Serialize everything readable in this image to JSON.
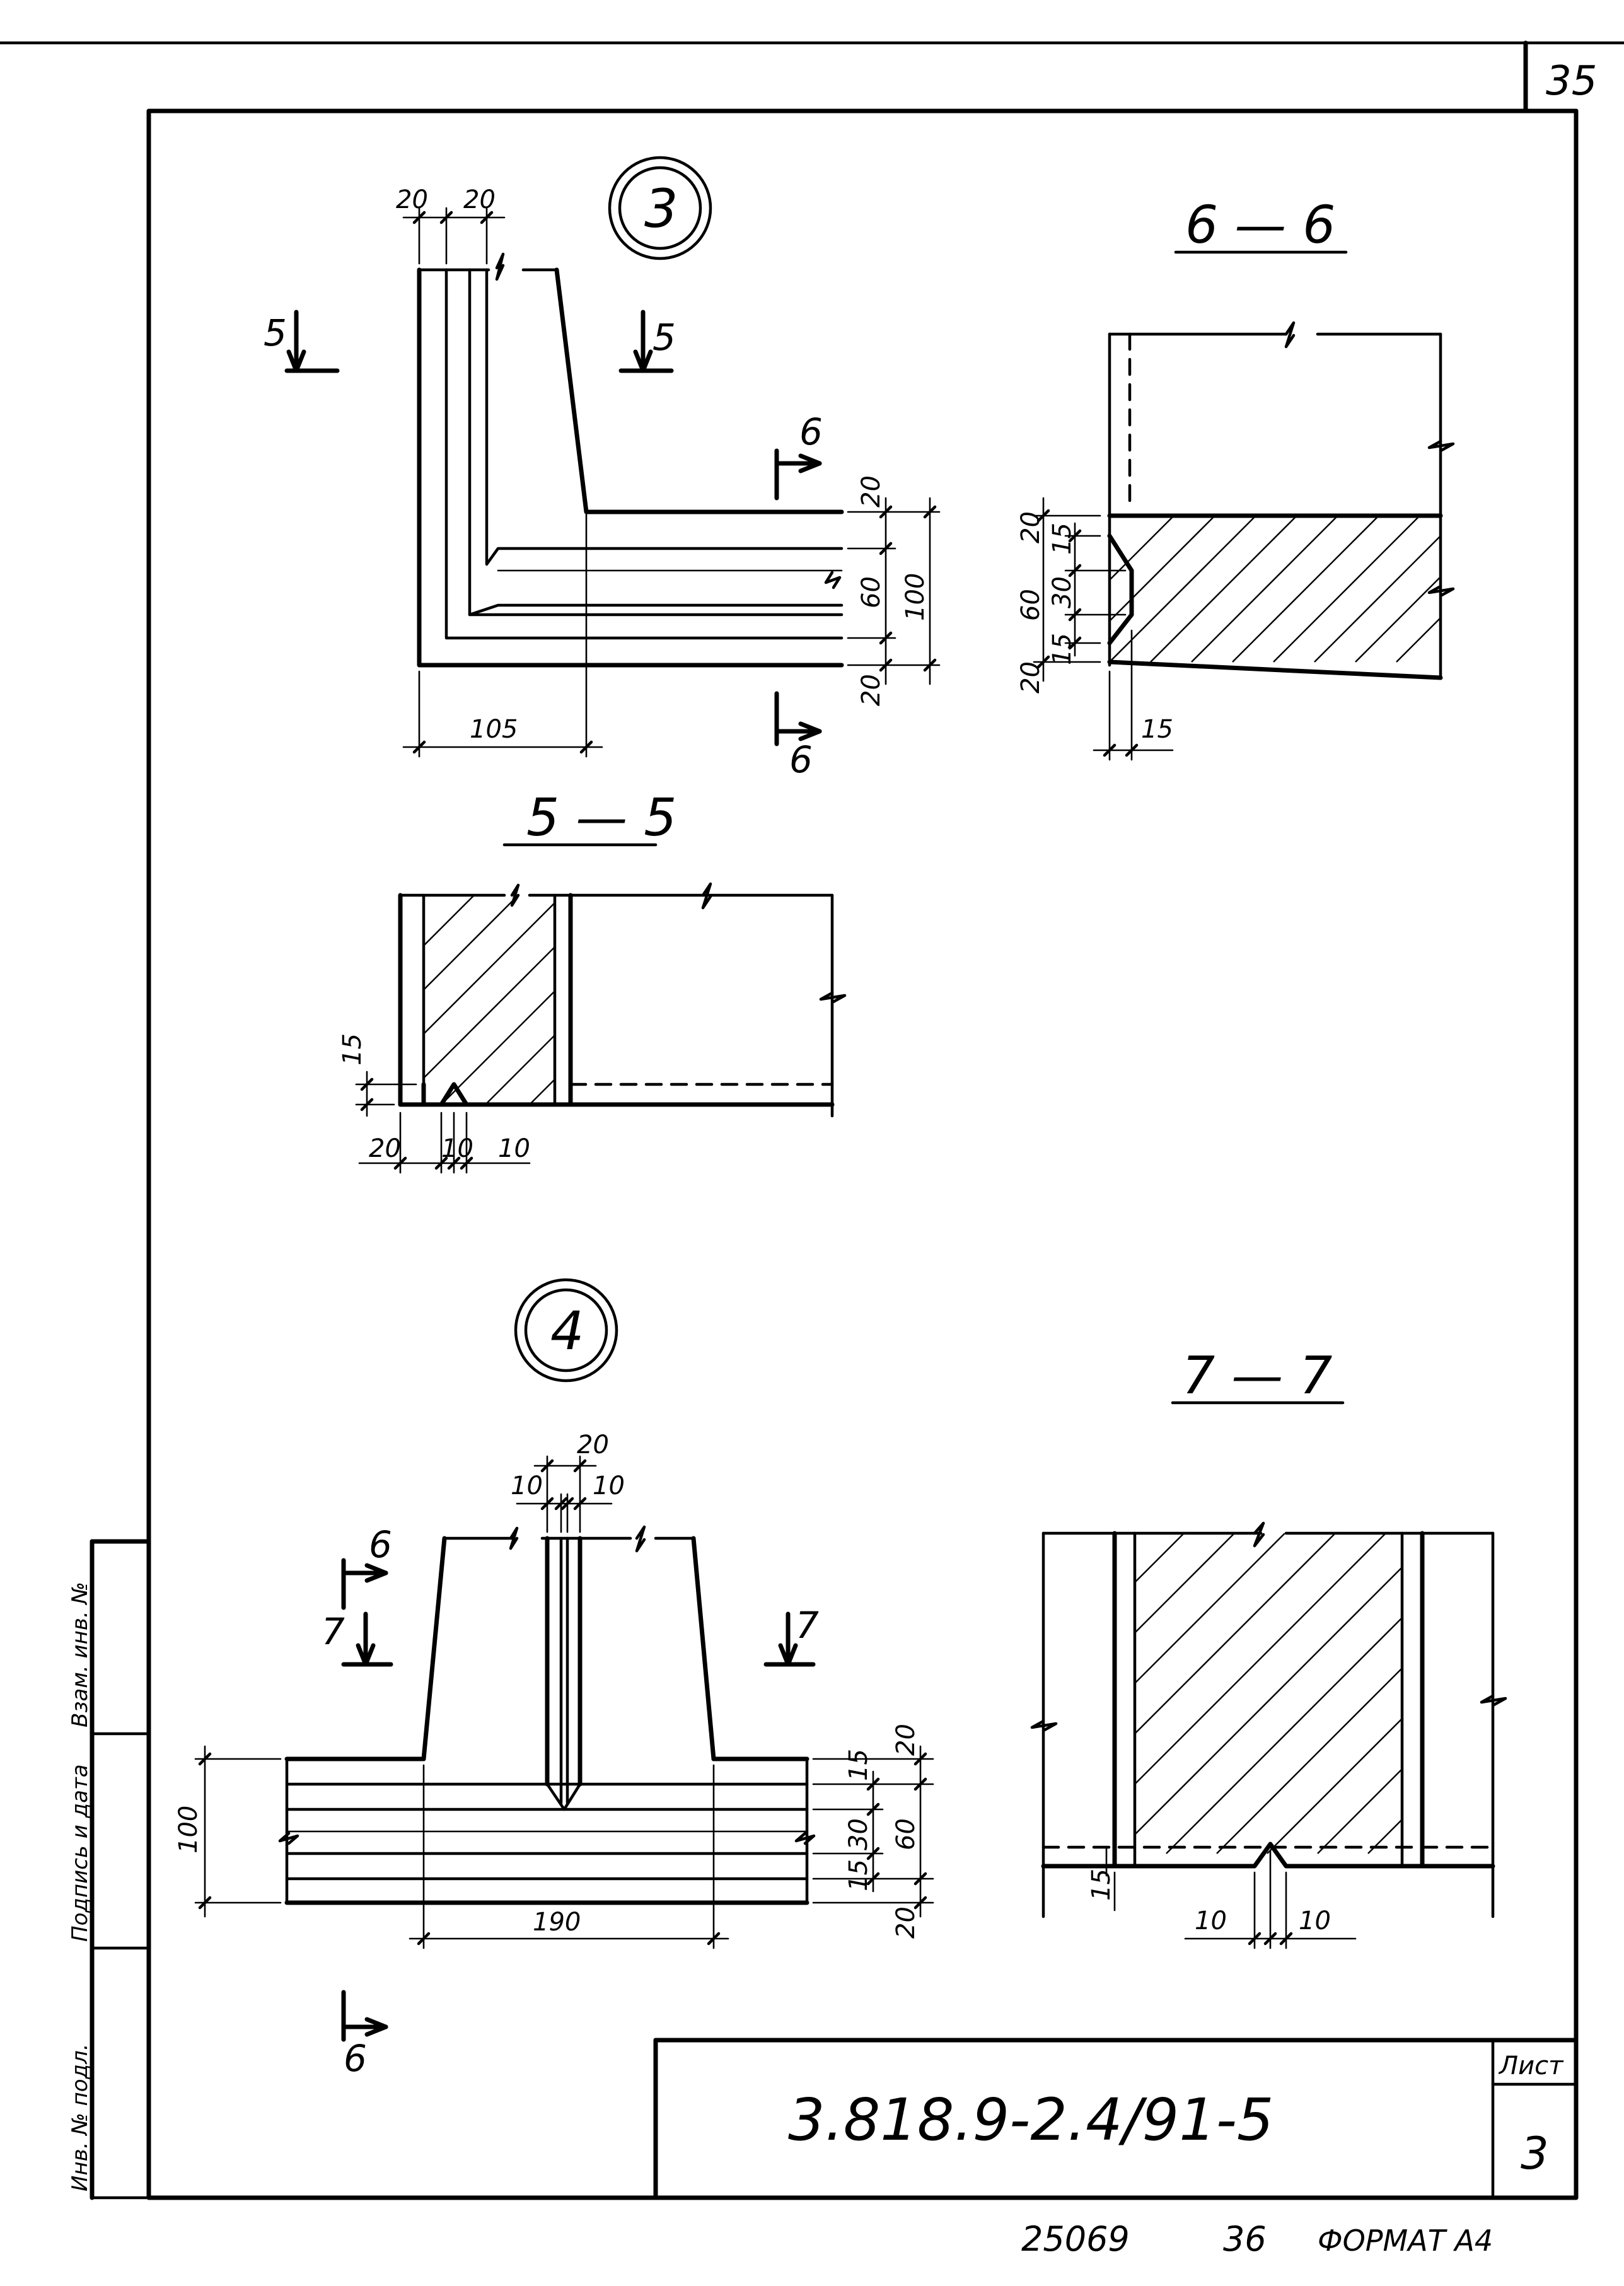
{
  "sheet": {
    "page_number": "35",
    "document_code": "3.818.9-2.4/91-5",
    "sheet_label": "Лист",
    "sheet_number": "3",
    "footer_number": "25069",
    "footer_page": "36",
    "format": "ФОРМАТ А4"
  },
  "side_stamp": {
    "inv_no_orig": "Инв. № подл.",
    "signature_date": "Подпись и дата",
    "replace_inv": "Взам. инв. №"
  },
  "detail3": {
    "marker": "3",
    "dims": {
      "top_a": "20",
      "top_b": "20",
      "bottom_width": "105",
      "r1": "20",
      "r2": "60",
      "r3": "20",
      "r_total": "100"
    },
    "section_marks": {
      "cut5_left": "5",
      "cut5_right": "5",
      "cut6_top": "6",
      "cut6_bottom": "6"
    }
  },
  "section6": {
    "title": "6 — 6",
    "dims": {
      "d20_top": "20",
      "d15_top": "15",
      "d30": "30",
      "d60": "60",
      "d15_bottom": "15",
      "d20_bottom": "20",
      "d15_base": "15"
    }
  },
  "section5": {
    "title": "5 — 5",
    "dims": {
      "d15": "15",
      "d20": "20",
      "d10a": "10",
      "d10b": "10"
    }
  },
  "detail4": {
    "marker": "4",
    "dims": {
      "top20": "20",
      "top10a": "10",
      "top10b": "10",
      "left100": "100",
      "bottom190": "190",
      "r20a": "20",
      "r15a": "15",
      "r30": "30",
      "r60": "60",
      "r15b": "15",
      "r20b": "20"
    },
    "section_marks": {
      "cut6_top": "6",
      "cut7_left": "7",
      "cut7_right": "7",
      "cut6_bottom": "6"
    }
  },
  "section7": {
    "title": "7 — 7",
    "dims": {
      "d15": "15",
      "d10a": "10",
      "d10b": "10"
    }
  }
}
